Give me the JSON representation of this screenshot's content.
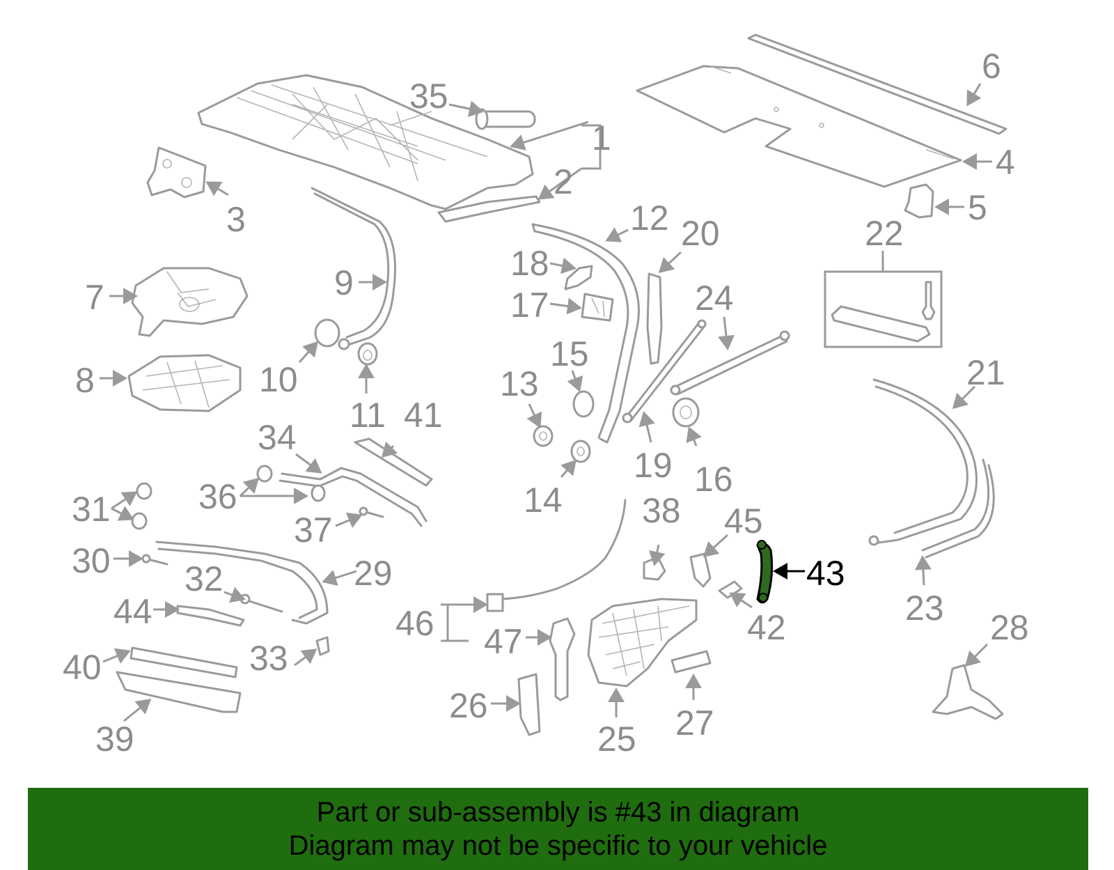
{
  "diagram": {
    "callouts": {
      "p1": "1",
      "p2": "2",
      "p3": "3",
      "p4": "4",
      "p5": "5",
      "p6": "6",
      "p7": "7",
      "p8": "8",
      "p9": "9",
      "p10": "10",
      "p11": "11",
      "p12": "12",
      "p13": "13",
      "p14": "14",
      "p15": "15",
      "p16": "16",
      "p17": "17",
      "p18": "18",
      "p19": "19",
      "p20": "20",
      "p21": "21",
      "p22": "22",
      "p23": "23",
      "p24": "24",
      "p25": "25",
      "p26": "26",
      "p27": "27",
      "p28": "28",
      "p29": "29",
      "p30": "30",
      "p31": "31",
      "p32": "32",
      "p33": "33",
      "p34": "34",
      "p35": "35",
      "p36": "36",
      "p37": "37",
      "p38": "38",
      "p39": "39",
      "p40": "40",
      "p41": "41",
      "p42": "42",
      "p43": "43",
      "p44": "44",
      "p45": "45",
      "p46": "46",
      "p47": "47"
    },
    "highlighted_part": "43",
    "colors": {
      "part_stroke": "#9a9a9a",
      "callout": "#8c8c8c",
      "highlight": "#000000",
      "highlight_fill": "#2e6b1f"
    }
  },
  "banner": {
    "line1": "Part or sub-assembly is #43 in diagram",
    "line2": "Diagram may not be specific to your vehicle",
    "background": "#1f6d0f"
  }
}
